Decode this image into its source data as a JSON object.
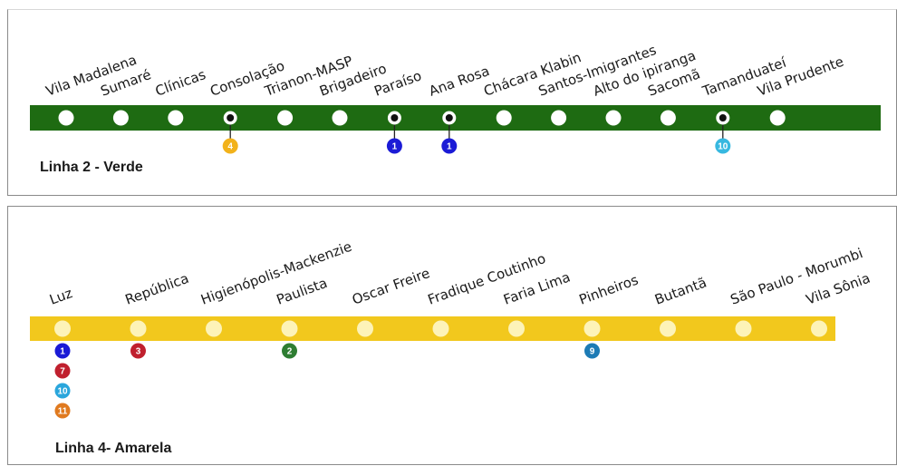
{
  "lines": [
    {
      "id": "verde",
      "title": "Linha 2 - Verde",
      "color": "#1e6b12",
      "station_fill": "#ffffff",
      "stations": [
        {
          "name": "Vila Madalena",
          "connections": []
        },
        {
          "name": "Sumaré",
          "connections": []
        },
        {
          "name": "Clínicas",
          "connections": []
        },
        {
          "name": "Consolação",
          "connections": [
            {
              "line": "4",
              "color": "#f2b21b"
            }
          ]
        },
        {
          "name": "Trianon-MASP",
          "connections": []
        },
        {
          "name": "Brigadeiro",
          "connections": []
        },
        {
          "name": "Paraíso",
          "connections": [
            {
              "line": "1",
              "color": "#1b1bd6"
            }
          ]
        },
        {
          "name": "Ana Rosa",
          "connections": [
            {
              "line": "1",
              "color": "#1b1bd6"
            }
          ]
        },
        {
          "name": "Chácara Klabin",
          "connections": []
        },
        {
          "name": "Santos-Imigrantes",
          "connections": []
        },
        {
          "name": "Alto do ipiranga",
          "connections": []
        },
        {
          "name": "Sacomã",
          "connections": []
        },
        {
          "name": "Tamanduateí",
          "connections": [
            {
              "line": "10",
              "color": "#37b8e0"
            }
          ]
        },
        {
          "name": "Vila Prudente",
          "connections": []
        }
      ]
    },
    {
      "id": "amarela",
      "title": "Linha 4- Amarela",
      "color": "#f2c81d",
      "station_fill": "#fdf3b8",
      "stations": [
        {
          "name": "Luz",
          "connections": [
            {
              "line": "1",
              "color": "#1b1bd6"
            },
            {
              "line": "7",
              "color": "#c0202e"
            },
            {
              "line": "10",
              "color": "#2aa6dc"
            },
            {
              "line": "11",
              "color": "#e07a1f"
            }
          ]
        },
        {
          "name": "República",
          "connections": [
            {
              "line": "3",
              "color": "#c0202e"
            }
          ]
        },
        {
          "name": "Higienópolis-Mackenzie",
          "connections": []
        },
        {
          "name": "Paulista",
          "connections": [
            {
              "line": "2",
              "color": "#2e7d32"
            }
          ]
        },
        {
          "name": "Oscar Freire",
          "connections": []
        },
        {
          "name": "Fradique Coutinho",
          "connections": []
        },
        {
          "name": "Faria Lima",
          "connections": []
        },
        {
          "name": "Pinheiros",
          "connections": [
            {
              "line": "9",
              "color": "#1d7bb5"
            }
          ]
        },
        {
          "name": "Butantã",
          "connections": []
        },
        {
          "name": "São Paulo - Morumbi",
          "connections": []
        },
        {
          "name": "Vila Sônia",
          "connections": []
        }
      ]
    }
  ]
}
